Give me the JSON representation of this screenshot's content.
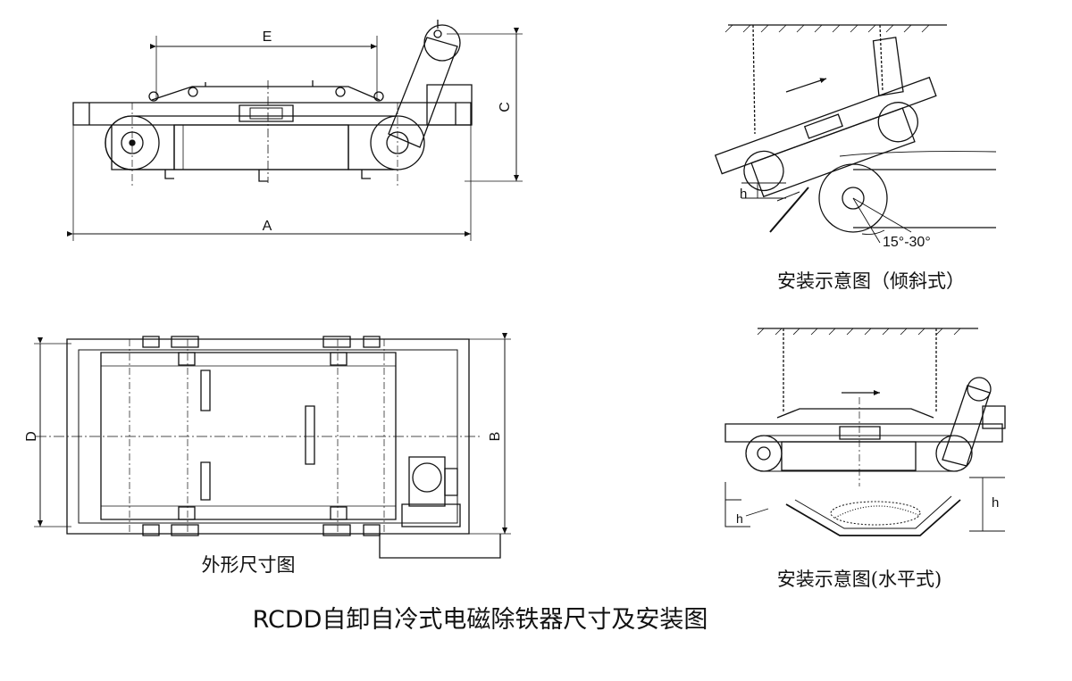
{
  "title": "RCDD自卸自冷式电磁除铁器尺寸及安装图",
  "captions": {
    "inclined": "安装示意图（倾斜式）",
    "outline": "外形尺寸图",
    "horizontal": "安装示意图(水平式)"
  },
  "dimension_labels": {
    "A": "A",
    "B": "B",
    "C": "C",
    "D": "D",
    "E": "E",
    "h_inclined": "h",
    "h_horizontal_left": "h",
    "h_horizontal_right": "h"
  },
  "angle_label": "15°-30°"
}
